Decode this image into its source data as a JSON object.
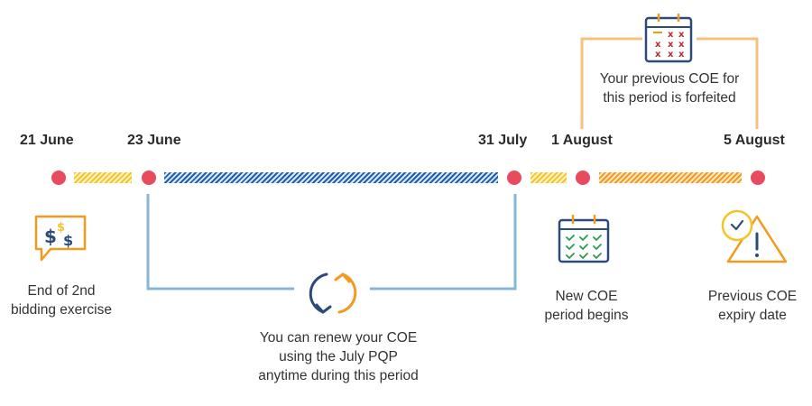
{
  "timeline": {
    "dates": {
      "june21": "21 June",
      "june23": "23 June",
      "july31": "31 July",
      "aug1": "1 August",
      "aug5": "5 August"
    }
  },
  "captions": {
    "bidding_line1": "End of 2nd",
    "bidding_line2": "bidding exercise",
    "renew_line1": "You can renew your COE",
    "renew_line2": "using the July PQP",
    "renew_line3": "anytime during this period",
    "new_period_line1": "New COE",
    "new_period_line2": "period begins",
    "expiry_line1": "Previous COE",
    "expiry_line2": "expiry date",
    "forfeit_line1": "Your previous COE for",
    "forfeit_line2": "this period is forfeited"
  },
  "icons": {
    "bidding": "dollar-speech-bubble-icon",
    "renew": "circular-arrows-icon",
    "new_period": "calendar-check-icon",
    "expiry": "clock-warning-icon",
    "forfeit": "calendar-cross-icon"
  },
  "colors": {
    "dot": "#e94b5e",
    "yellow_segment": "#f4c42c",
    "blue_segment": "#1f5fae",
    "orange_segment": "#f39a1e",
    "bracket_blue": "#86b6d8",
    "bracket_orange": "#f5c27d"
  }
}
